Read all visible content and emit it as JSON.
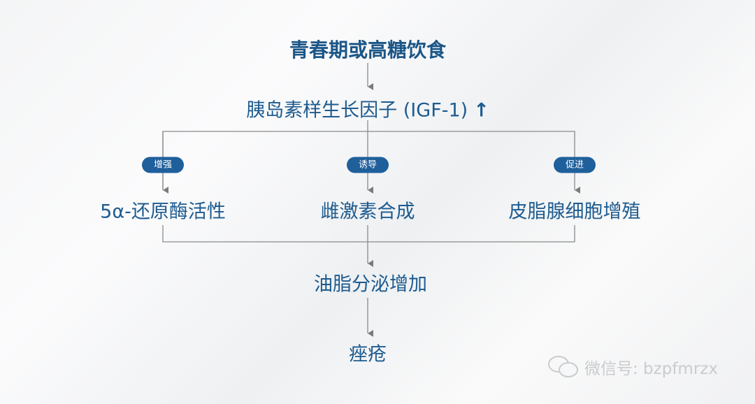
{
  "nodes": {
    "cause": "青春期或高糖饮食",
    "igf": "胰岛素样生长因子 (IGF-1)",
    "igf_trend": "↑",
    "branch1": "5α-还原酶活性",
    "branch2": "雌激素合成",
    "branch3": "皮脂腺细胞增殖",
    "sebum": "油脂分泌增加",
    "result": "痤疮"
  },
  "labels": {
    "branch1": "增强",
    "branch2": "诱导",
    "branch3": "促进"
  },
  "watermark": {
    "icon": "wechat-icon",
    "text": "微信号: bzpfmrzx"
  },
  "colors": {
    "text": "#1d5b8f",
    "pill": "#1f5f9b",
    "line": "#8a8a8a"
  }
}
